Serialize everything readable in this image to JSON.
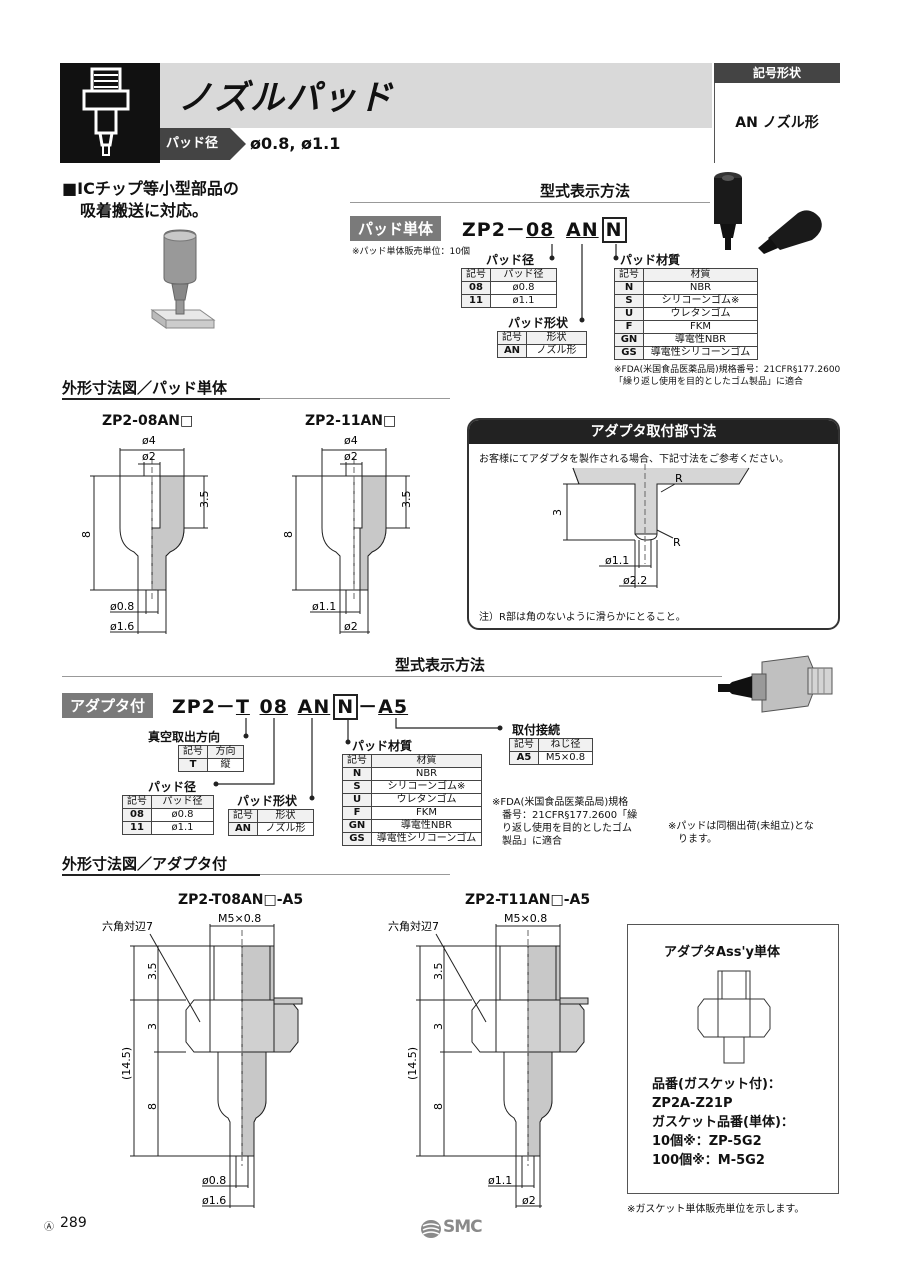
{
  "header": {
    "title": "ノズルパッド",
    "pad_dia_label": "パッド径",
    "pad_dia_values": "ø0.8, ø1.1",
    "side_tag": "記号形状",
    "side_value": "AN ノズル形"
  },
  "feature": {
    "line1": "■ICチップ等小型部品の",
    "line2": "吸着搬送に対応。"
  },
  "order1": {
    "section_title": "型式表示方法",
    "band": "パッド単体",
    "code_prefix": "ZP2－",
    "code_08": "08",
    "code_an": "AN",
    "code_n": "N",
    "note": "※パッド単体販売単位：10個",
    "pad_dia_title": "パッド径",
    "pad_dia_headers": [
      "記号",
      "パッド径"
    ],
    "pad_dia_rows": [
      [
        "08",
        "ø0.8"
      ],
      [
        "11",
        "ø1.1"
      ]
    ],
    "shape_title": "パッド形状",
    "shape_headers": [
      "記号",
      "形状"
    ],
    "shape_rows": [
      [
        "AN",
        "ノズル形"
      ]
    ],
    "mat_title": "パッド材質",
    "mat_headers": [
      "記号",
      "材質"
    ],
    "mat_rows": [
      [
        "N",
        "NBR"
      ],
      [
        "S",
        "シリコーンゴム※"
      ],
      [
        "U",
        "ウレタンゴム"
      ],
      [
        "F",
        "FKM"
      ],
      [
        "GN",
        "導電性NBR"
      ],
      [
        "GS",
        "導電性シリコーンゴム"
      ]
    ],
    "fda1": "※FDA(米国食品医薬品局)規格番号：21CFR§177.2600",
    "fda2": "「繰り返し使用を目的としたゴム製品」に適合"
  },
  "dims1": {
    "section_title": "外形寸法図／パッド単体",
    "fig1_title": "ZP2-08AN□",
    "fig2_title": "ZP2-11AN□",
    "d_phi4": "ø4",
    "d_phi2": "ø2",
    "d_35": "3.5",
    "d_8": "8",
    "d_phi08": "ø0.8",
    "d_phi16": "ø1.6",
    "d_phi11": "ø1.1"
  },
  "adapter_box": {
    "title": "アダプタ取付部寸法",
    "desc": "お客様にてアダプタを製作される場合、下記寸法をご参考ください。",
    "d_r": "R",
    "d_3": "3",
    "d_phi11": "ø1.1",
    "d_phi22": "ø2.2",
    "note": "注）R部は角のないように滑らかにとること。"
  },
  "order2": {
    "section_title": "型式表示方法",
    "band": "アダプタ付",
    "code_prefix": "ZP2－",
    "code_t": "T",
    "code_08": "08",
    "code_an": "AN",
    "code_n": "N",
    "code_dash": "－",
    "code_a5": "A5",
    "vac_title": "真空取出方向",
    "vac_headers": [
      "記号",
      "方向"
    ],
    "vac_rows": [
      [
        "T",
        "縦"
      ]
    ],
    "pad_dia_title": "パッド径",
    "pad_dia_headers": [
      "記号",
      "パッド径"
    ],
    "pad_dia_rows": [
      [
        "08",
        "ø0.8"
      ],
      [
        "11",
        "ø1.1"
      ]
    ],
    "shape_title": "パッド形状",
    "shape_headers": [
      "記号",
      "形状"
    ],
    "shape_rows": [
      [
        "AN",
        "ノズル形"
      ]
    ],
    "mat_title": "パッド材質",
    "mat_headers": [
      "記号",
      "材質"
    ],
    "mat_rows": [
      [
        "N",
        "NBR"
      ],
      [
        "S",
        "シリコーンゴム※"
      ],
      [
        "U",
        "ウレタンゴム"
      ],
      [
        "F",
        "FKM"
      ],
      [
        "GN",
        "導電性NBR"
      ],
      [
        "GS",
        "導電性シリコーンゴム"
      ]
    ],
    "mount_title": "取付接続",
    "mount_headers": [
      "記号",
      "ねじ径"
    ],
    "mount_rows": [
      [
        "A5",
        "M5×0.8"
      ]
    ],
    "fda1": "※FDA(米国食品医薬品局)規格",
    "fda2": "番号：21CFR§177.2600「繰",
    "fda3": "り返し使用を目的としたゴム",
    "fda4": "製品」に適合",
    "ship1": "※パッドは同梱出荷(未組立)とな",
    "ship2": "ります。"
  },
  "dims2": {
    "section_title": "外形寸法図／アダプタ付",
    "fig1_title": "ZP2-T08AN□-A5",
    "fig2_title": "ZP2-T11AN□-A5",
    "d_hex": "六角対辺7",
    "d_m5": "M5×0.8",
    "d_35": "3.5",
    "d_3": "3",
    "d_145": "(14.5)",
    "d_8": "8",
    "d_phi08": "ø0.8",
    "d_phi16": "ø1.6",
    "d_phi11": "ø1.1",
    "d_phi2": "ø2"
  },
  "assy": {
    "title": "アダプタAss'y単体",
    "l1": "品番(ガスケット付)：",
    "l2": "ZP2A-Z21P",
    "l3": "ガスケット品番(単体)：",
    "l4": "10個※：ZP-5G2",
    "l5": "100個※：M-5G2",
    "note": "※ガスケット単体販売単位を示します。"
  },
  "footer": {
    "page_mark": "Ⓐ",
    "page": "289",
    "logo": "SMC"
  }
}
